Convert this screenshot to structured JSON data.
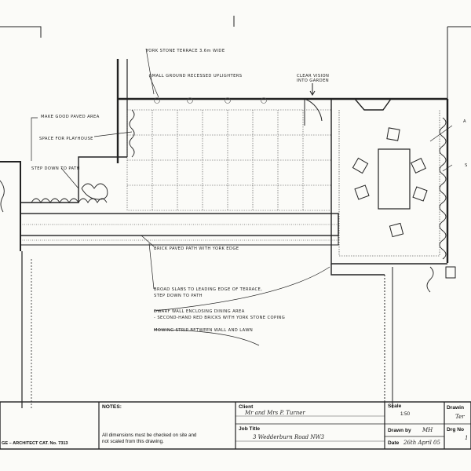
{
  "annotations": {
    "terrace": "YORK STONE TERRACE 3.6m WIDE",
    "uplighters": "SMALL GROUND RECESSED UPLIGHTERS",
    "clear_vision_1": "CLEAR VISION",
    "clear_vision_2": "INTO GARDEN",
    "paved_area": "MAKE GOOD PAVED AREA",
    "playhouse": "SPACE FOR PLAYHOUSE",
    "step_down": "STEP DOWN TO PATH",
    "brick_path": "BRICK PAVED PATH WITH YORK EDGE",
    "broad_slabs_1": "BROAD SLABS TO LEADING EDGE OF TERRACE,",
    "broad_slabs_2": "STEP DOWN TO PATH",
    "dwarf_wall_1": "DWARF WALL ENCLOSING DINING AREA",
    "dwarf_wall_2": "- SECOND-HAND RED BRICKS WITH YORK STONE COPING",
    "mowing_strip": "MOWING STRIP BETWEEN WALL AND LAWN",
    "right_edge_a": "A",
    "right_edge_s": "S"
  },
  "title_block": {
    "notes_label": "NOTES:",
    "notes_text_1": "All dimensions must be checked on site and",
    "notes_text_2": "not scaled from this drawing.",
    "left_margin_text": "GE – ARCHITECT CAT. No. 7313",
    "client_label": "Client",
    "client_value": "Mr and Mrs P. Turner",
    "job_title_label": "Job Title",
    "job_title_value": "3 Wedderburn Road NW3",
    "scale_label": "Scale",
    "scale_value": "1:50",
    "drawn_by_label": "Drawn by",
    "drawn_by_value": "MH",
    "date_label": "Date",
    "date_value": "26th April 05",
    "drawing_label": "Drawin",
    "drawing_value": "Ter",
    "drg_no_label": "Drg No",
    "drg_no_value": "1"
  }
}
